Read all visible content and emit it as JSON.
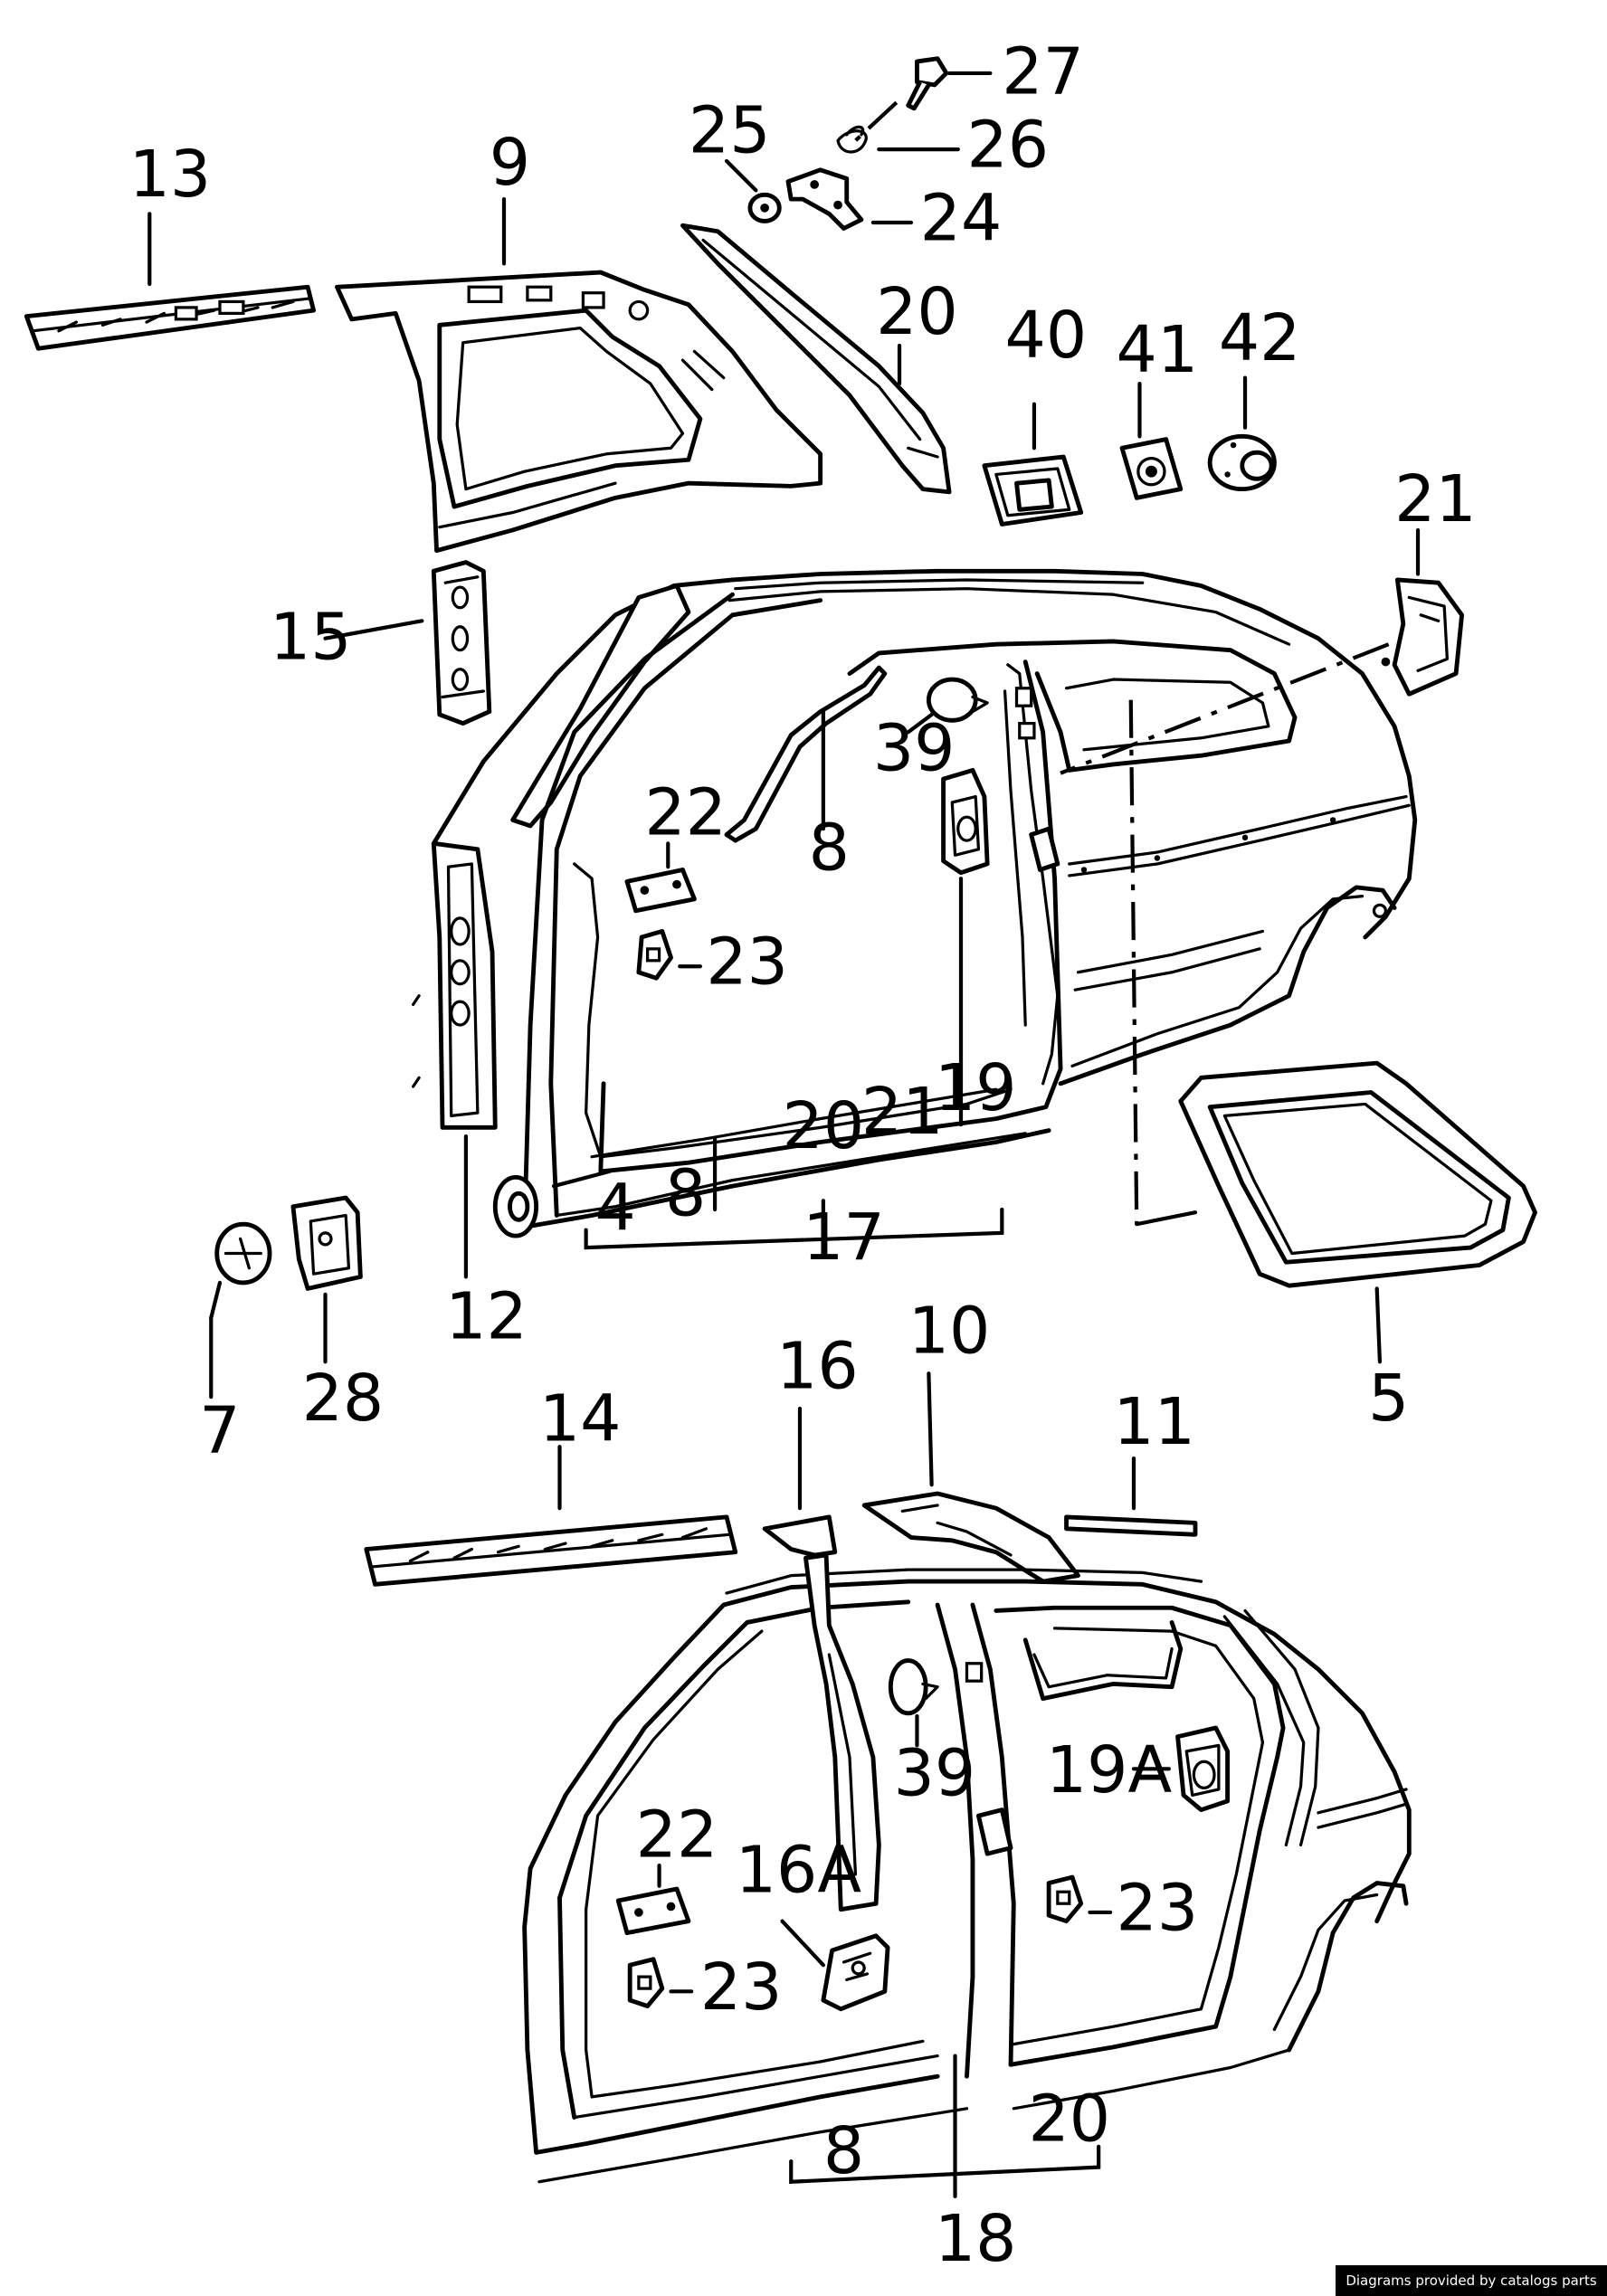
{
  "labels": {
    "l27": "27",
    "l26": "26",
    "l25": "25",
    "l24": "24",
    "l13": "13",
    "l9": "9",
    "l20a": "20",
    "l40": "40",
    "l41": "41",
    "l42": "42",
    "l21a": "21",
    "l15": "15",
    "l39a": "39",
    "l8a": "8",
    "l22a": "22",
    "l23a": "23",
    "l19": "19",
    "l20b": "20",
    "l21b": "21",
    "l4": "4",
    "l8b": "8",
    "l17": "17",
    "l12": "12",
    "l7": "7",
    "l28": "28",
    "l5": "5",
    "l14": "14",
    "l16": "16",
    "l10": "10",
    "l11": "11",
    "l39b": "39",
    "l19A": "19A",
    "l22b": "22",
    "l16A": "16A",
    "l23b": "23",
    "l23c": "23",
    "l20c": "20",
    "l8c": "8",
    "l18": "18"
  },
  "credit": "Diagrams provided by catalogs parts"
}
